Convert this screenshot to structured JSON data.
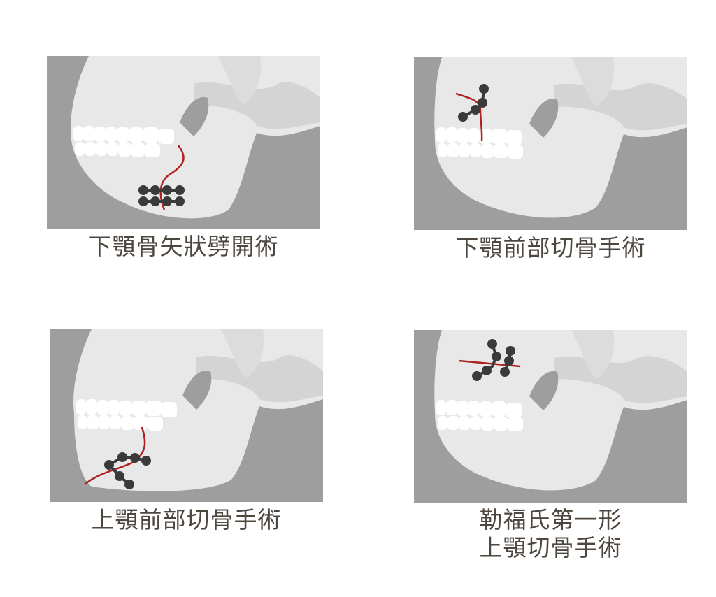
{
  "colors": {
    "background": "#ffffff",
    "panel": "#9e9e9e",
    "bone": "#e8e8e8",
    "bone_shade": "#d4d4d4",
    "teeth": "#ffffff",
    "cut_line": "#b02020",
    "plate": "#3a3a3a",
    "caption_text": "#4d4740"
  },
  "panels": [
    {
      "id": "p1",
      "caption_lines": [
        "下顎骨矢狀劈開術"
      ],
      "icon": "mandibular-sagittal-split-illustration"
    },
    {
      "id": "p2",
      "caption_lines": [
        "下顎前部切骨手術"
      ],
      "icon": "anterior-mandibular-osteotomy-illustration"
    },
    {
      "id": "p3",
      "caption_lines": [
        "上顎前部切骨手術"
      ],
      "icon": "anterior-maxillary-osteotomy-illustration"
    },
    {
      "id": "p4",
      "caption_lines": [
        "勒福氏第一形",
        "上顎切骨手術"
      ],
      "icon": "le-fort-i-osteotomy-illustration"
    }
  ]
}
